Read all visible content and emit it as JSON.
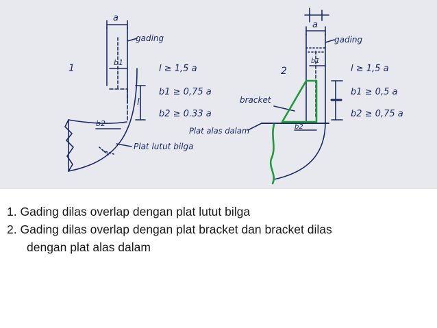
{
  "figure": {
    "left": {
      "number": "1",
      "dim_a": "a",
      "frame_label": "gading",
      "dim_b1": "b1",
      "dim_b2": "b2",
      "dim_l": "l",
      "rule_l": "l ≥ 1,5 a",
      "rule_b1": "b1 ≥ 0,75 a",
      "rule_b2": "b2 ≥ 0.33 a",
      "plate_label": "Plat lutut bilga"
    },
    "right": {
      "number": "2",
      "dim_a": "a",
      "frame_label": "gading",
      "dim_b1": "b1",
      "dim_b2": "b2",
      "bracket_label": "bracket",
      "inner_bottom_label": "Plat alas dalam",
      "rule_l": "l ≥ 1,5 a",
      "rule_b1": "b1 ≥ 0,5 a",
      "rule_b2": "b2 ≥ 0,75 a"
    },
    "colors": {
      "ink": "#1b2a66",
      "bracket": "#1f9a3a",
      "background": "#e7e9ee"
    }
  },
  "captions": [
    "1. Gading dilas overlap dengan plat lutut bilga",
    "2. Gading dilas overlap dengan plat bracket dan bracket dilas",
    "dengan plat alas dalam"
  ]
}
